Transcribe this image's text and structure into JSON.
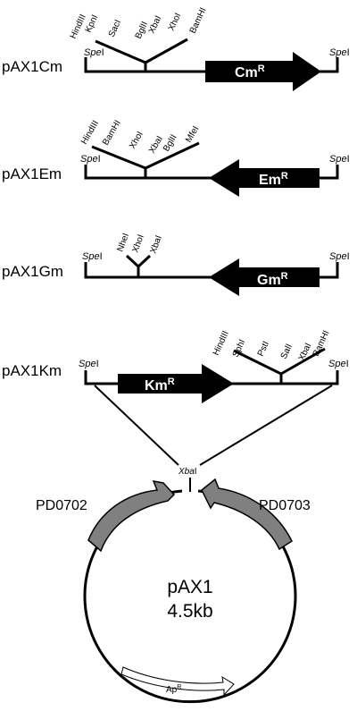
{
  "constructs": [
    {
      "name": "pAX1Cm",
      "left_site": {
        "italic": "Spe",
        "roman": "I"
      },
      "right_site": {
        "italic": "Spe",
        "roman": "I"
      },
      "gene": {
        "base": "Cm",
        "sup": "R",
        "direction": "right"
      },
      "mcs": [
        "HindIII",
        "KpnI",
        "SacI",
        "BglII",
        "XbaI",
        "XhoI",
        "BamHI"
      ]
    },
    {
      "name": "pAX1Em",
      "left_site": {
        "italic": "Spe",
        "roman": "I"
      },
      "right_site": {
        "italic": "Spe",
        "roman": "I"
      },
      "gene": {
        "base": "Em",
        "sup": "R",
        "direction": "left"
      },
      "mcs": [
        "HindIII",
        "BamHI",
        "XhoI",
        "XbaI",
        "BglII",
        "MfeI"
      ]
    },
    {
      "name": "pAX1Gm",
      "left_site": {
        "italic": "Spe",
        "roman": "I"
      },
      "right_site": {
        "italic": "Spe",
        "roman": "I"
      },
      "gene": {
        "base": "Gm",
        "sup": "R",
        "direction": "left"
      },
      "mcs": [
        "NheI",
        "XhoI",
        "XbaI"
      ]
    },
    {
      "name": "pAX1Km",
      "left_site": {
        "italic": "Spe",
        "roman": "I"
      },
      "right_site": {
        "italic": "Spe",
        "roman": "I"
      },
      "gene": {
        "base": "Km",
        "sup": "R",
        "direction": "right"
      },
      "mcs": [
        "HindIII",
        "SphI",
        "PstI",
        "SalI",
        "XbaI",
        "BamHI"
      ]
    }
  ],
  "plasmid": {
    "name": "pAX1",
    "size": "4.5kb",
    "insertion_site": {
      "italic": "Xba",
      "roman": "I"
    },
    "left_primer": "PD0702",
    "right_primer": "PD0703",
    "resistance": {
      "base": "Ap",
      "sup": "R"
    }
  },
  "colors": {
    "line": "#000000",
    "gene_fill": "#000000",
    "primer_fill": "#808080",
    "amp_fill": "#ffffff"
  }
}
